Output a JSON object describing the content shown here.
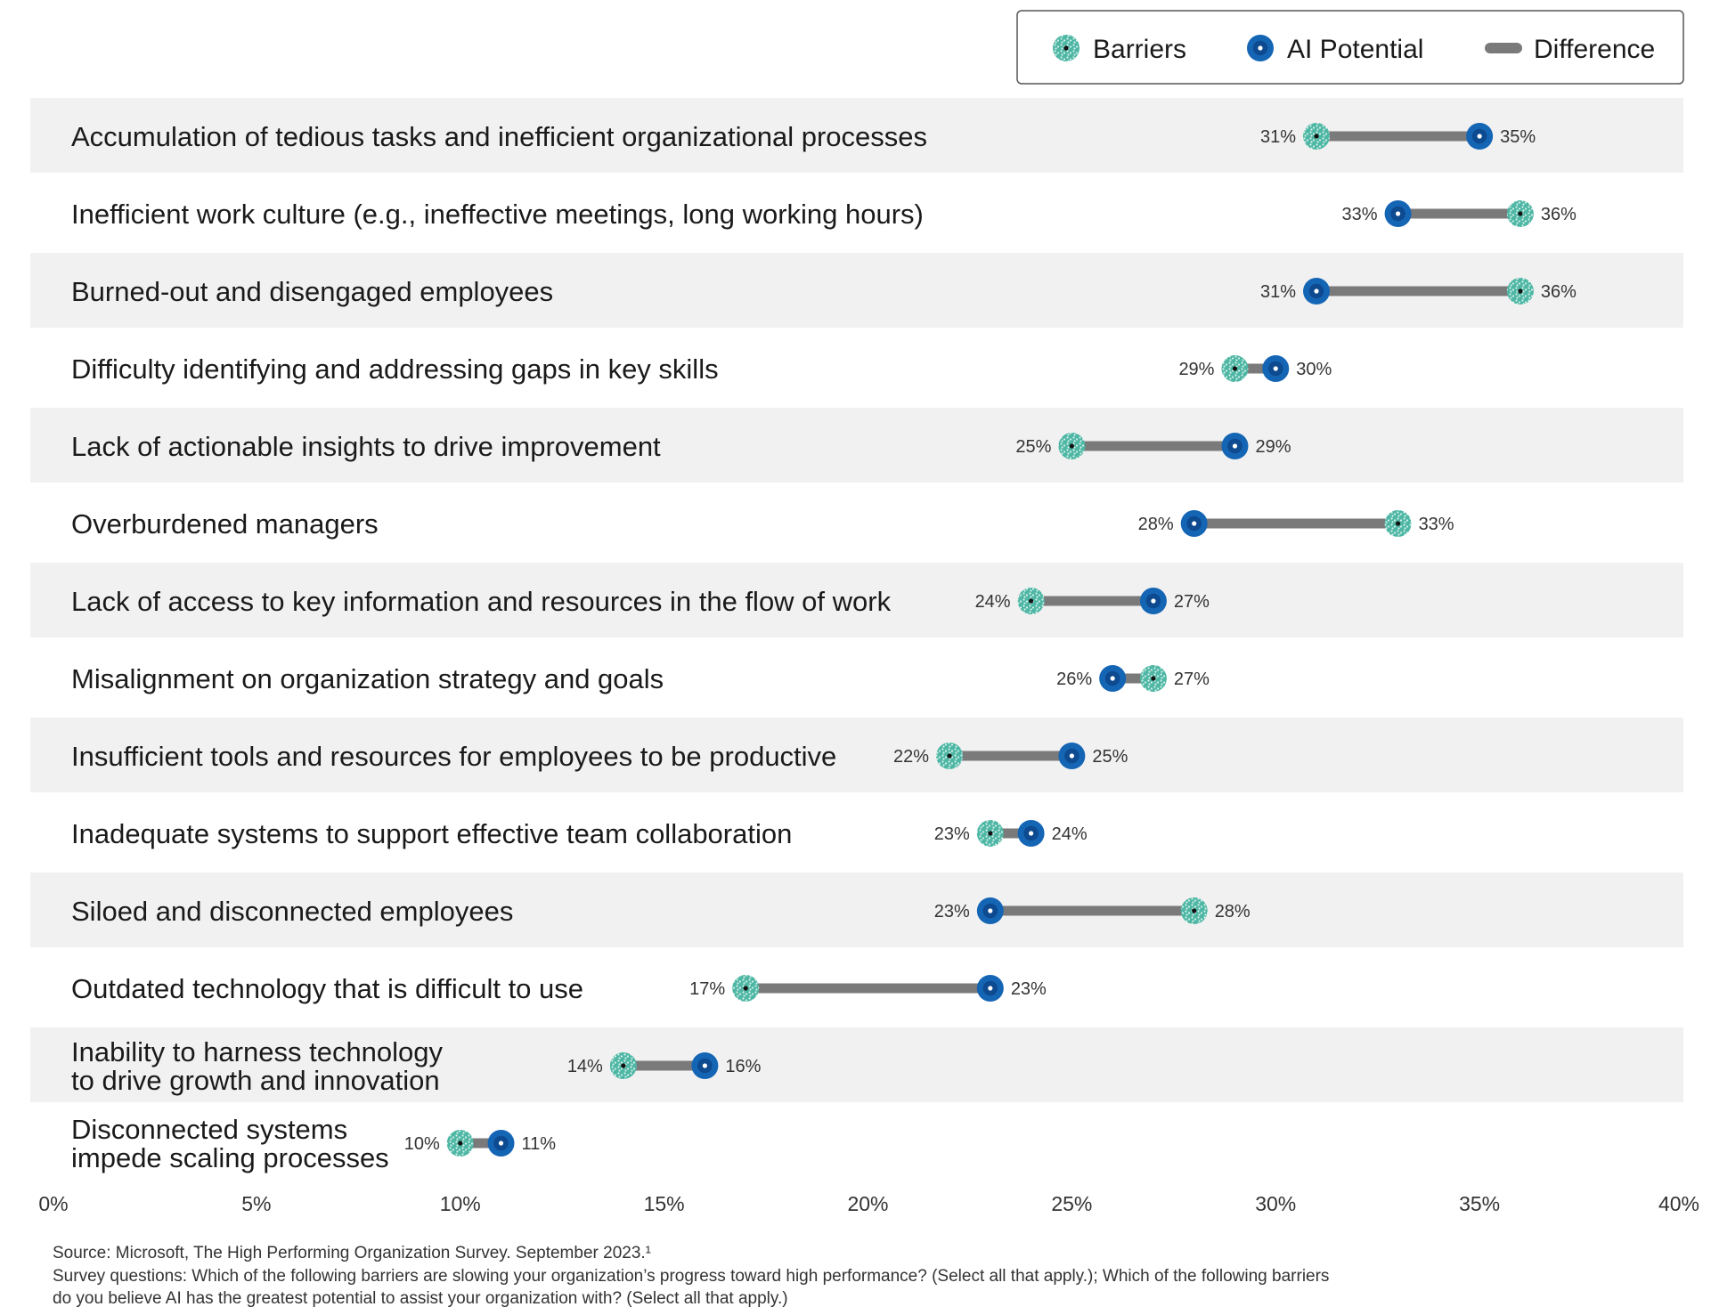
{
  "chart_data": {
    "type": "dumbbell",
    "legend": {
      "position": "top-right",
      "items": [
        {
          "key": "barriers",
          "label": "Barriers",
          "color": "#4db6a4"
        },
        {
          "key": "ai",
          "label": "AI Potential",
          "color": "#1565b5"
        },
        {
          "key": "diff",
          "label": "Difference",
          "color": "#7a7a7a"
        }
      ]
    },
    "series": [
      {
        "key": "barriers",
        "name": "Barriers"
      },
      {
        "key": "ai",
        "name": "AI Potential"
      }
    ],
    "xlim": [
      0,
      40
    ],
    "x_ticks": [
      {
        "value": 0,
        "label": "0%"
      },
      {
        "value": 5,
        "label": "5%"
      },
      {
        "value": 10,
        "label": "10%"
      },
      {
        "value": 15,
        "label": "15%"
      },
      {
        "value": 20,
        "label": "20%"
      },
      {
        "value": 25,
        "label": "25%"
      },
      {
        "value": 30,
        "label": "30%"
      },
      {
        "value": 35,
        "label": "35%"
      },
      {
        "value": 40,
        "label": "40%"
      }
    ],
    "grid": false,
    "rows": [
      {
        "lines": [
          "Accumulation of tedious tasks and inefficient organizational processes"
        ],
        "barriers": 31,
        "ai": 35,
        "barriers_label": "31%",
        "ai_label": "35%",
        "shaded": true
      },
      {
        "lines": [
          "Inefficient work culture (e.g., ineffective meetings, long working hours)"
        ],
        "barriers": 36,
        "ai": 33,
        "barriers_label": "36%",
        "ai_label": "33%",
        "shaded": false
      },
      {
        "lines": [
          "Burned-out and disengaged employees"
        ],
        "barriers": 36,
        "ai": 31,
        "barriers_label": "36%",
        "ai_label": "31%",
        "shaded": true
      },
      {
        "lines": [
          "Difficulty identifying and addressing gaps in key skills"
        ],
        "barriers": 29,
        "ai": 30,
        "barriers_label": "29%",
        "ai_label": "30%",
        "shaded": false
      },
      {
        "lines": [
          "Lack of actionable insights to drive improvement"
        ],
        "barriers": 25,
        "ai": 29,
        "barriers_label": "25%",
        "ai_label": "29%",
        "shaded": true
      },
      {
        "lines": [
          "Overburdened managers"
        ],
        "barriers": 33,
        "ai": 28,
        "barriers_label": "33%",
        "ai_label": "28%",
        "shaded": false
      },
      {
        "lines": [
          "Lack of access to key information and resources in the flow of work"
        ],
        "barriers": 24,
        "ai": 27,
        "barriers_label": "24%",
        "ai_label": "27%",
        "shaded": true
      },
      {
        "lines": [
          "Misalignment on organization strategy and goals"
        ],
        "barriers": 27,
        "ai": 26,
        "barriers_label": "27%",
        "ai_label": "26%",
        "shaded": false
      },
      {
        "lines": [
          "Insufficient tools and resources for employees to be productive"
        ],
        "barriers": 22,
        "ai": 25,
        "barriers_label": "22%",
        "ai_label": "25%",
        "shaded": true
      },
      {
        "lines": [
          "Inadequate systems to support effective team collaboration"
        ],
        "barriers": 23,
        "ai": 24,
        "barriers_label": "23%",
        "ai_label": "24%",
        "shaded": false
      },
      {
        "lines": [
          "Siloed and disconnected employees"
        ],
        "barriers": 28,
        "ai": 23,
        "barriers_label": "28%",
        "ai_label": "23%",
        "shaded": true
      },
      {
        "lines": [
          "Outdated technology that is difficult to use"
        ],
        "barriers": 17,
        "ai": 23,
        "barriers_label": "17%",
        "ai_label": "23%",
        "shaded": false
      },
      {
        "lines": [
          "Inability to harness technology",
          "to drive growth and innovation"
        ],
        "barriers": 14,
        "ai": 16,
        "barriers_label": "14%",
        "ai_label": "16%",
        "shaded": true
      },
      {
        "lines": [
          "Disconnected systems",
          "impede scaling processes"
        ],
        "barriers": 10,
        "ai": 11,
        "barriers_label": "10%",
        "ai_label": "11%",
        "shaded": false
      }
    ]
  },
  "notes": {
    "source": "Source: Microsoft, The High Performing Organization Survey. September 2023.¹",
    "survey_line1": "Survey questions: Which of the following barriers are slowing your organization’s progress toward high performance? (Select all that apply.); Which of the following barriers",
    "survey_line2": "do you believe AI has the greatest potential to assist your organization with? (Select all that apply.)"
  },
  "colors": {
    "row_shade": "#f1f1f1",
    "barriers_dot": "#4db6a4",
    "barriers_speckle": "#d6f1ea",
    "ai_outer": "#1565b5",
    "ai_inner": "#0d4a8f",
    "diff_line": "#7a7a7a",
    "legend_border": "#555555"
  }
}
